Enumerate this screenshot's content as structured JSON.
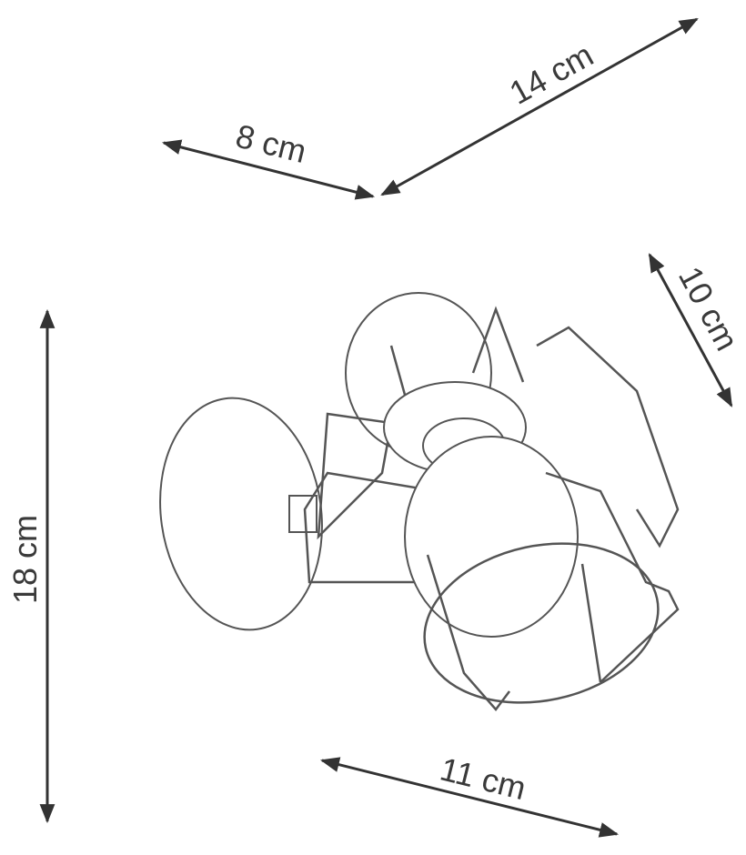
{
  "dimensions": {
    "depth": "8 cm",
    "width_top": "14 cm",
    "shade": "10 cm",
    "height": "18 cm",
    "width_bottom": "11 cm"
  },
  "colors": {
    "line": "#333333",
    "text": "#3a3a3a",
    "drawing": "#555555"
  }
}
